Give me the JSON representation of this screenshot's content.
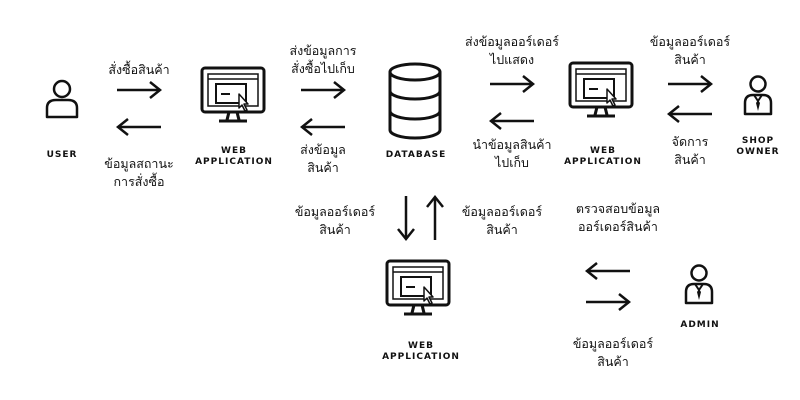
{
  "nodes": {
    "user": "USER",
    "web_app_left": [
      "WEB",
      "APPLICATION"
    ],
    "database": "DATABASE",
    "web_app_right": [
      "WEB",
      "APPLICATION"
    ],
    "shop_owner": [
      "SHOP",
      "OWNER"
    ],
    "web_app_bottom": [
      "WEB",
      "APPLICATION"
    ],
    "admin": "ADMIN"
  },
  "edges": {
    "user_to_webapp": [
      "สั่งซื้อสินค้า"
    ],
    "webapp_to_user": [
      "ข้อมูลสถานะ",
      "การสั่งซื้อ"
    ],
    "webapp_to_db": [
      "ส่งข้อมูลการ",
      "สั่งซื้อไปเก็บ"
    ],
    "db_to_webapp": [
      "ส่งข้อมูล",
      "สินค้า"
    ],
    "db_to_webapp_right": [
      "ส่งข้อมูลออร์เดอร์",
      "ไปแสดง"
    ],
    "webapp_right_to_db": [
      "นำข้อมูลสินค้า",
      "ไปเก็บ"
    ],
    "webapp_right_to_owner": [
      "ข้อมูลออร์เดอร์",
      "สินค้า"
    ],
    "owner_to_webapp_right": [
      "จัดการ",
      "สินค้า"
    ],
    "db_to_webapp_bottom": [
      "ข้อมูลออร์เดอร์",
      "สินค้า"
    ],
    "webapp_bottom_to_db": [
      "ข้อมูลออร์เดอร์",
      "สินค้า"
    ],
    "admin_check": [
      "ตรวจสอบข้อมูล",
      "ออร์เดอร์สินค้า"
    ],
    "admin_flow": [
      "ข้อมูลออร์เดอร์",
      "สินค้า"
    ]
  }
}
